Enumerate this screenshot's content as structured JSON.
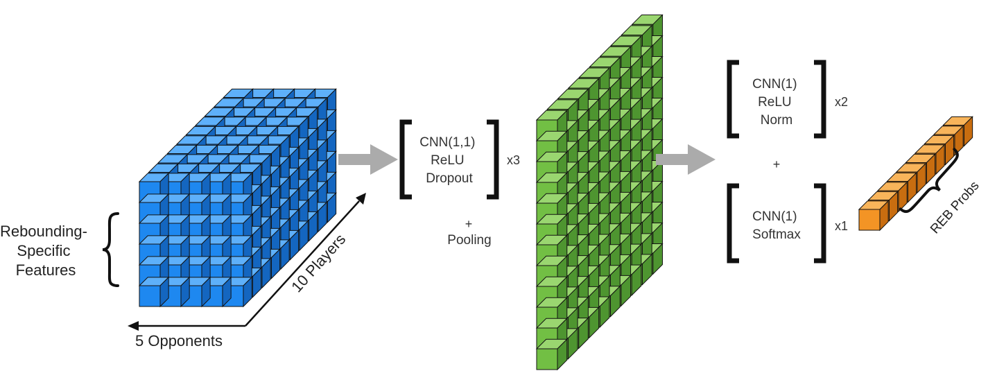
{
  "colors": {
    "blue_front": "#1E88F0",
    "blue_top": "#5EB0FA",
    "blue_side": "#1466C0",
    "green_front": "#72BF44",
    "green_side": "#4E9530",
    "green_top": "#9AD670",
    "orange_front": "#F39425",
    "orange_top": "#F8B45A",
    "orange_side": "#C86D10",
    "arrow_gray": "#ABABAB",
    "ink": "#111111"
  },
  "labels": {
    "features": [
      "Rebounding-",
      "Specific",
      "Features"
    ],
    "players": "10 Players",
    "opponents": "5 Opponents",
    "block1": [
      "CNN(1,1)",
      "ReLU",
      "Dropout"
    ],
    "block1_mult": "x3",
    "block1_plus": "+",
    "block1_pooling": "Pooling",
    "block2": [
      "CNN(1)",
      "ReLU",
      "Norm"
    ],
    "block2_mult": "x2",
    "block_plus": "+",
    "block3": [
      "CNN(1)",
      "Softmax"
    ],
    "block3_mult": "x1",
    "output": "REB Probs"
  },
  "icons": {
    "input_tensor": "blue-cube-grid",
    "hidden_tensor": "green-cube-sheet",
    "output_vector": "orange-cube-row",
    "arrows": "gray-block-arrow",
    "brackets": "square-bracket",
    "braces": "curly-brace"
  }
}
